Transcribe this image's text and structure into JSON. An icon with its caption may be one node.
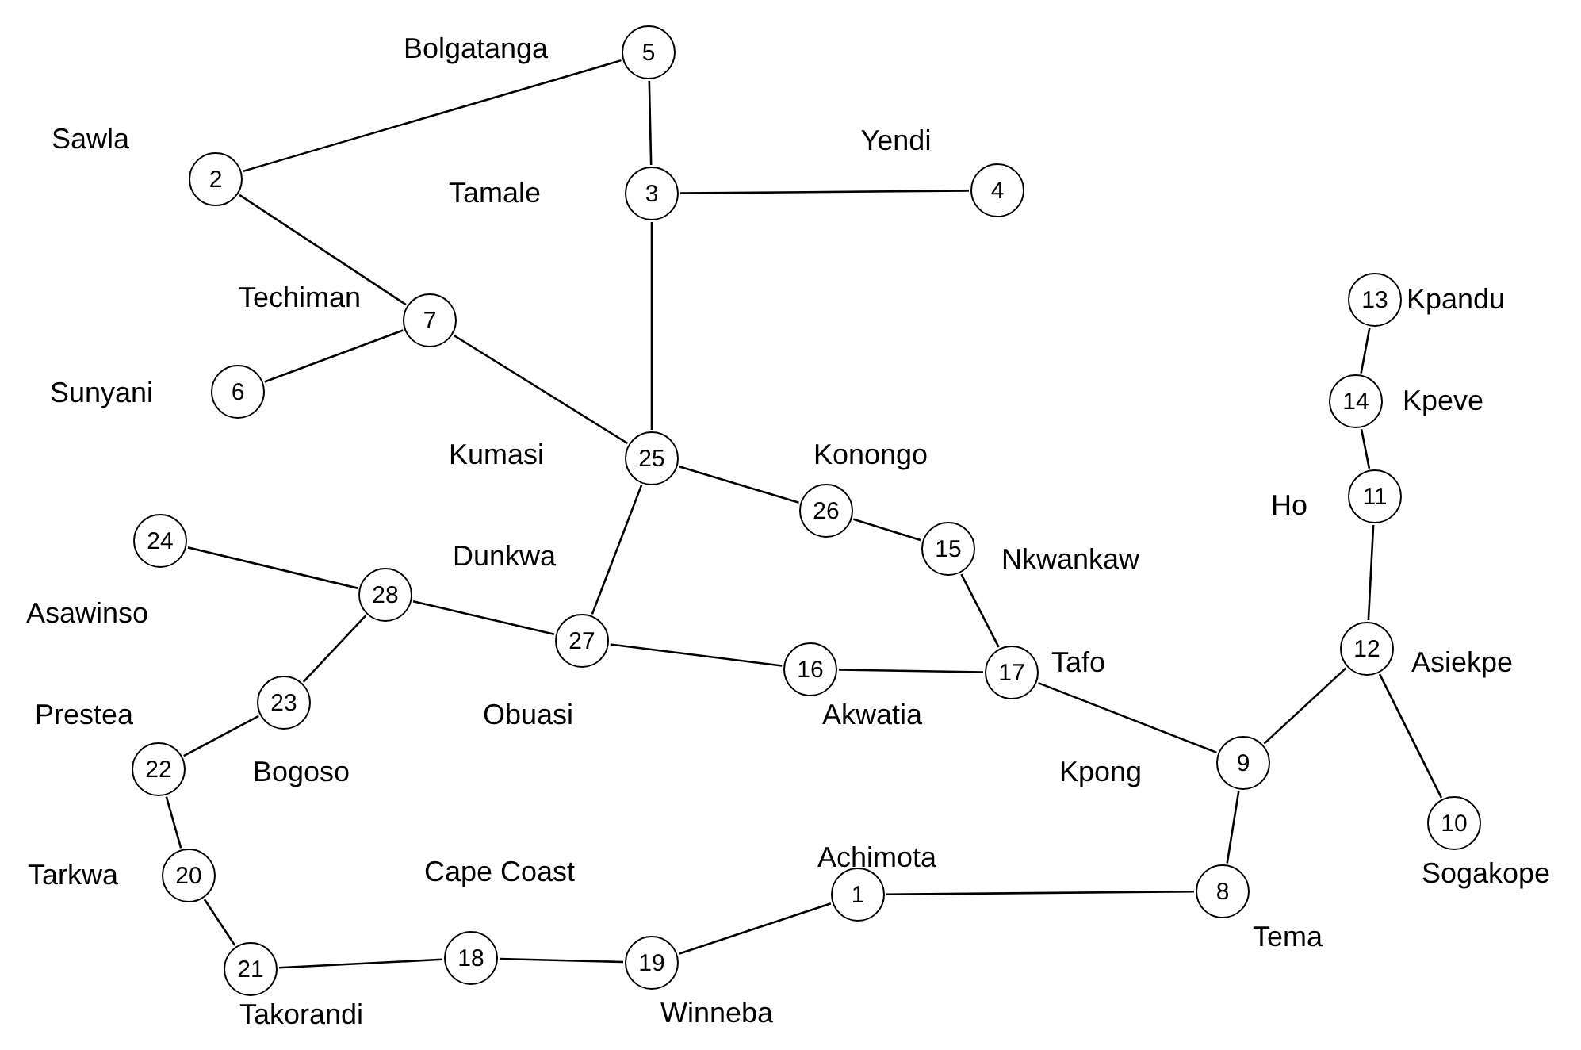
{
  "diagram": {
    "nodes": [
      {
        "text": [
          "1"
        ],
        "beside": [
          "Achimota"
        ]
      },
      {
        "text": [
          "2"
        ],
        "beside": [
          "Sawla"
        ]
      },
      {
        "text": [
          "3"
        ],
        "beside": [
          "Tamale"
        ]
      },
      {
        "text": [
          "4"
        ],
        "beside": [
          "Yendi"
        ]
      },
      {
        "text": [
          "5"
        ],
        "beside": [
          "Bolgatanga"
        ]
      },
      {
        "text": [
          "6"
        ],
        "beside": [
          "Sunyani"
        ]
      },
      {
        "text": [
          "7"
        ],
        "beside": [
          "Techiman"
        ]
      },
      {
        "text": [
          "8"
        ],
        "beside": [
          "Tema"
        ]
      },
      {
        "text": [
          "9"
        ],
        "beside": [
          "Kpong"
        ]
      },
      {
        "text": [
          "10"
        ],
        "beside": [
          "Sogakope"
        ]
      },
      {
        "text": [
          "11"
        ],
        "beside": [
          "Ho"
        ]
      },
      {
        "text": [
          "12"
        ],
        "beside": [
          "Asiekpe"
        ]
      },
      {
        "text": [
          "13"
        ],
        "beside": [
          "Kpandu"
        ]
      },
      {
        "text": [
          "14"
        ],
        "beside": [
          "Kpeve"
        ]
      },
      {
        "text": [
          "15"
        ],
        "beside": [
          "Nkwankaw"
        ]
      },
      {
        "text": [
          "16"
        ],
        "beside": [
          "Akwatia"
        ]
      },
      {
        "text": [
          "17"
        ],
        "beside": [
          "Tafo"
        ]
      },
      {
        "text": [
          "18"
        ],
        "beside": [
          "Cape Coast"
        ]
      },
      {
        "text": [
          "19"
        ],
        "beside": [
          "Winneba"
        ]
      },
      {
        "text": [
          "20"
        ],
        "beside": [
          "Tarkwa"
        ]
      },
      {
        "text": [
          "21"
        ],
        "beside": [
          "Takorandi"
        ]
      },
      {
        "text": [
          "22"
        ],
        "beside": [
          "Prestea"
        ]
      },
      {
        "text": [
          "23"
        ],
        "beside": [
          "Bogoso"
        ]
      },
      {
        "text": [
          "24"
        ],
        "beside": [
          "Asawinso"
        ]
      },
      {
        "text": [
          "25"
        ],
        "beside": [
          "Kumasi"
        ]
      },
      {
        "text": [
          "26"
        ],
        "beside": [
          "Konongo"
        ]
      },
      {
        "text": [
          "27"
        ],
        "beside": [
          "Obuasi"
        ]
      },
      {
        "text": [
          "28"
        ],
        "beside": [
          "Dunkwa"
        ]
      }
    ],
    "edges": [
      {
        "from": 4,
        "to": 1,
        "arrow": "none"
      },
      {
        "from": 4,
        "to": 2,
        "arrow": "none"
      },
      {
        "from": 2,
        "to": 3,
        "arrow": "none"
      },
      {
        "from": 2,
        "to": 24,
        "arrow": "none"
      },
      {
        "from": 1,
        "to": 6,
        "arrow": "none"
      },
      {
        "from": 6,
        "to": 5,
        "arrow": "none"
      },
      {
        "from": 6,
        "to": 24,
        "arrow": "none"
      },
      {
        "from": 24,
        "to": 25,
        "arrow": "none"
      },
      {
        "from": 25,
        "to": 14,
        "arrow": "none"
      },
      {
        "from": 14,
        "to": 16,
        "arrow": "none"
      },
      {
        "from": 24,
        "to": 26,
        "arrow": "none"
      },
      {
        "from": 27,
        "to": 23,
        "arrow": "none"
      },
      {
        "from": 27,
        "to": 26,
        "arrow": "none"
      },
      {
        "from": 27,
        "to": 22,
        "arrow": "none"
      },
      {
        "from": 22,
        "to": 21,
        "arrow": "none"
      },
      {
        "from": 26,
        "to": 15,
        "arrow": "none"
      },
      {
        "from": 15,
        "to": 16,
        "arrow": "none"
      },
      {
        "from": 16,
        "to": 8,
        "arrow": "none"
      },
      {
        "from": 8,
        "to": 11,
        "arrow": "none"
      },
      {
        "from": 11,
        "to": 10,
        "arrow": "none"
      },
      {
        "from": 10,
        "to": 13,
        "arrow": "none"
      },
      {
        "from": 13,
        "to": 12,
        "arrow": "none"
      },
      {
        "from": 11,
        "to": 9,
        "arrow": "none"
      },
      {
        "from": 8,
        "to": 7,
        "arrow": "none"
      },
      {
        "from": 7,
        "to": 0,
        "arrow": "none"
      },
      {
        "from": 0,
        "to": 18,
        "arrow": "none"
      },
      {
        "from": 18,
        "to": 17,
        "arrow": "none"
      },
      {
        "from": 17,
        "to": 20,
        "arrow": "none"
      },
      {
        "from": 20,
        "to": 19,
        "arrow": "none"
      },
      {
        "from": 19,
        "to": 21,
        "arrow": "none"
      }
    ]
  }
}
